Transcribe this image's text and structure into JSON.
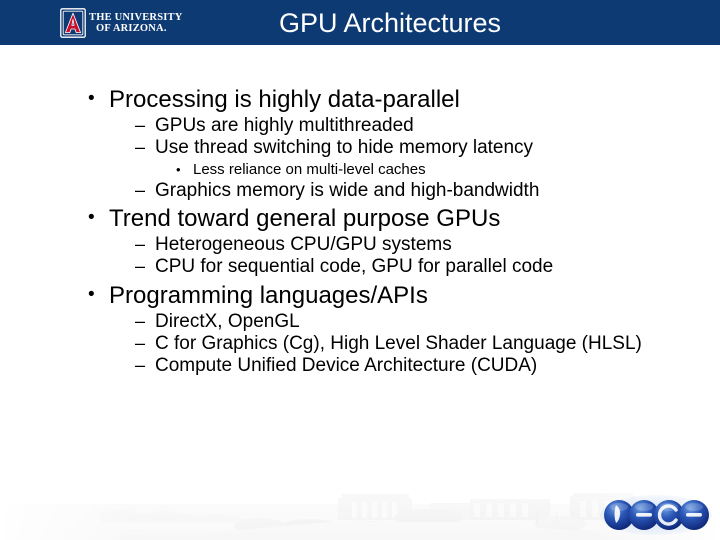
{
  "slide": {
    "title": "GPU Architectures",
    "header_color": "#0d3a73",
    "title_color": "#ffffff",
    "body_text_color": "#000000",
    "background_color": "#ffffff"
  },
  "logo": {
    "name": "university-of-arizona-logo",
    "line1": "THE UNIVERSITY",
    "line2": "OF ARIZONA.",
    "shield_letter": "A",
    "shield_color": "#c8102e",
    "shield_outline_color": "#ffffff"
  },
  "footer": {
    "ece_logo_name": "ece-logo",
    "ece_logo_text": "ece",
    "ece_logo_color": "#1c3fa0",
    "watermark_name": "campus-panorama-watermark"
  },
  "content": {
    "bullets": [
      {
        "level": 1,
        "marker": "•",
        "text": "Processing is highly data-parallel"
      },
      {
        "level": 2,
        "marker": "–",
        "text": "GPUs are highly multithreaded"
      },
      {
        "level": 2,
        "marker": "–",
        "text": "Use thread switching to hide memory latency"
      },
      {
        "level": 3,
        "marker": "•",
        "text": "Less reliance on multi-level caches"
      },
      {
        "level": 2,
        "marker": "–",
        "text": "Graphics memory is wide and high-bandwidth"
      },
      {
        "level": 1,
        "marker": "•",
        "text": "Trend toward general purpose GPUs"
      },
      {
        "level": 2,
        "marker": "–",
        "text": "Heterogeneous CPU/GPU systems"
      },
      {
        "level": 2,
        "marker": "–",
        "text": "CPU for sequential code, GPU for parallel code"
      },
      {
        "level": 1,
        "marker": "•",
        "text": "Programming languages/APIs"
      },
      {
        "level": 2,
        "marker": "–",
        "text": "DirectX, OpenGL"
      },
      {
        "level": 2,
        "marker": "–",
        "text": "C for Graphics (Cg), High Level Shader Language (HLSL)"
      },
      {
        "level": 2,
        "marker": "–",
        "text": "Compute Unified Device Architecture (CUDA)"
      }
    ]
  }
}
